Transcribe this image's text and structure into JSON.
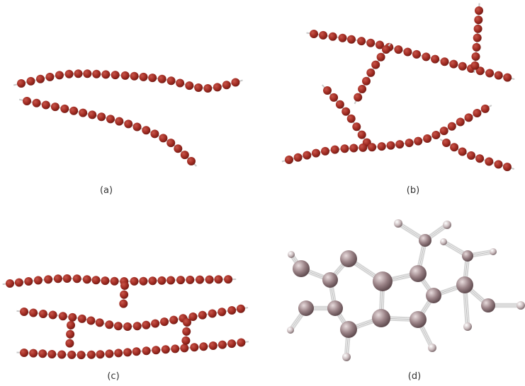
{
  "panels": [
    {
      "id": "a",
      "label": "(a)",
      "kind": "chains"
    },
    {
      "id": "b",
      "label": "(b)",
      "kind": "chains"
    },
    {
      "id": "c",
      "label": "(c)",
      "kind": "chains"
    },
    {
      "id": "d",
      "label": "(d)",
      "kind": "molecule"
    }
  ],
  "colors": {
    "monomer": "#a02b22",
    "monomer_dark": "#6e1a14",
    "monomer_light": "#c8554a",
    "bond": "#c9c9c9",
    "atom_large": "#9a8286",
    "atom_small": "#c8b9bb",
    "atom_shadow": "#5e4a4e",
    "caption": "#333333"
  }
}
